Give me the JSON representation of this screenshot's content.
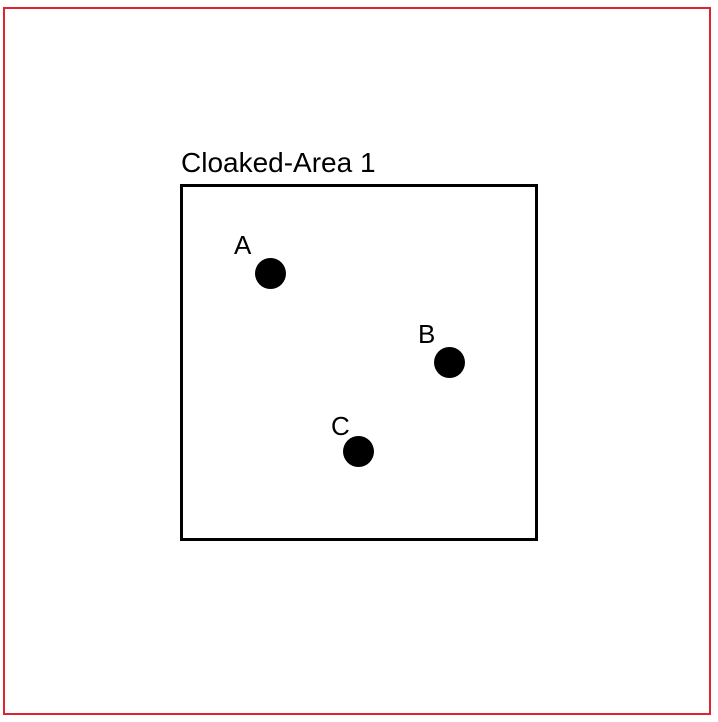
{
  "diagram": {
    "area_title": "Cloaked-Area 1",
    "points": [
      {
        "label": "A"
      },
      {
        "label": "B"
      },
      {
        "label": "C"
      }
    ]
  },
  "colors": {
    "outer_border": "#e0242f",
    "area_border": "#000000",
    "point_fill": "#000000",
    "background": "#ffffff"
  }
}
